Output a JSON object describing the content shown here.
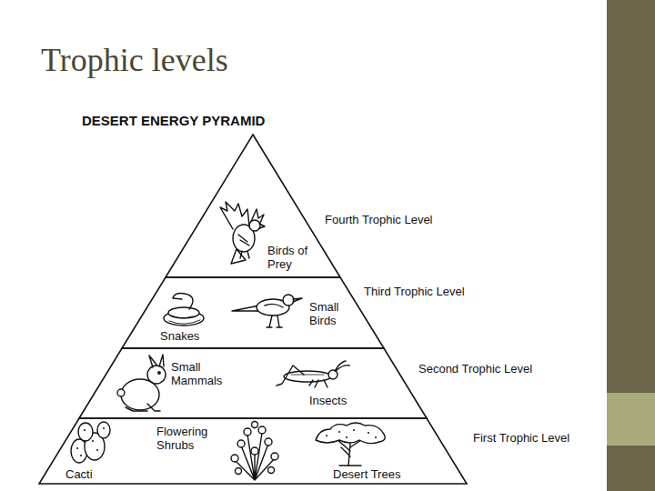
{
  "diagram": {
    "title": "Trophic levels",
    "nodes": [
      {
        "text": [
          "Fourth Trophic Level",
          "Birds of Prey"
        ]
      },
      {
        "text": [
          "Third Trophic Level",
          "Snakes",
          "Small Birds"
        ]
      },
      {
        "text": [
          "Second Trophic Level",
          "Small Mammals",
          "Insects"
        ]
      },
      {
        "text": [
          "First Trophic Level",
          "Flowering Shrubs",
          "Cacti",
          "Desert Trees"
        ]
      }
    ],
    "labels": [
      "DESERT ENERGY PYRAMID"
    ]
  }
}
